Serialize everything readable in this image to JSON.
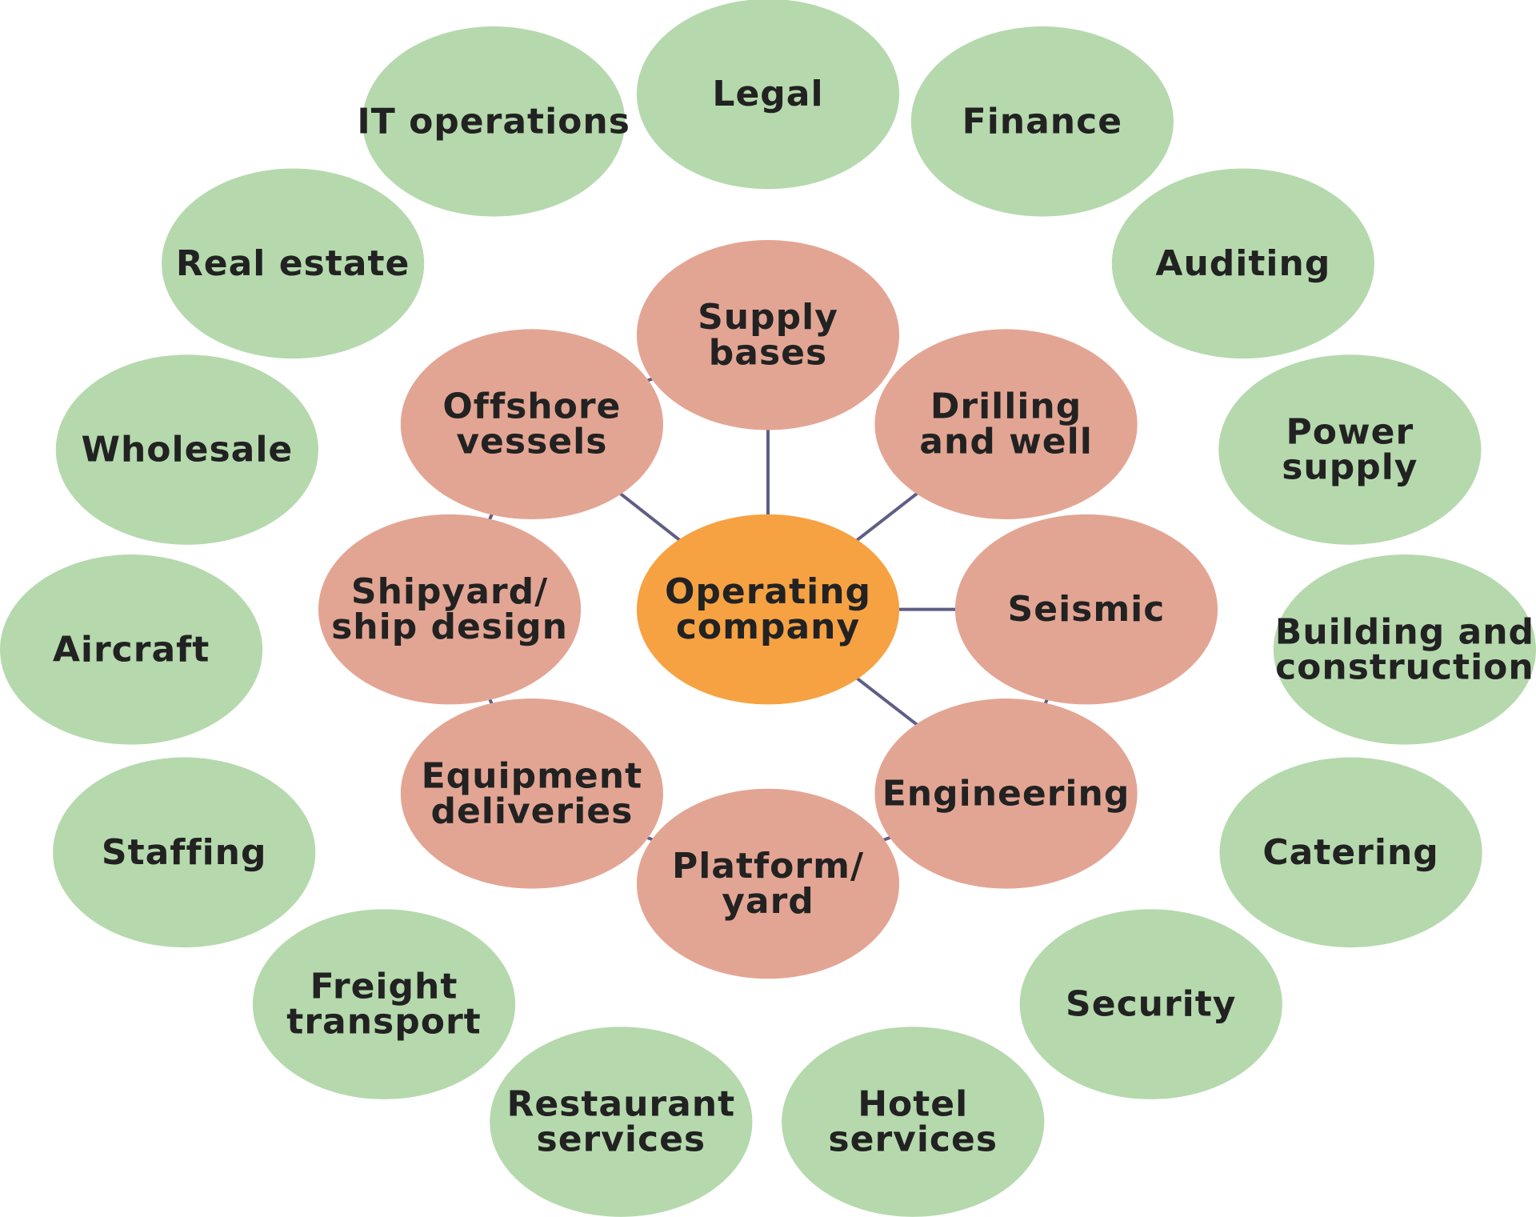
{
  "colors": {
    "outer": "#b5d9ad",
    "inner": "#e3a593",
    "center": "#f6a243",
    "arrow": "#5e5e86",
    "text": "#222222"
  },
  "center": {
    "id": "operating-company",
    "lines": [
      "Operating",
      "company"
    ]
  },
  "inner_nodes": [
    {
      "id": "supply-bases",
      "lines": [
        "Supply",
        "bases"
      ]
    },
    {
      "id": "drilling-and-well",
      "lines": [
        "Drilling",
        "and well"
      ]
    },
    {
      "id": "seismic",
      "lines": [
        "Seismic"
      ]
    },
    {
      "id": "engineering",
      "lines": [
        "Engineering"
      ]
    },
    {
      "id": "platform-yard",
      "lines": [
        "Platform/",
        "yard"
      ]
    },
    {
      "id": "equipment-deliveries",
      "lines": [
        "Equipment",
        "deliveries"
      ]
    },
    {
      "id": "shipyard-ship-design",
      "lines": [
        "Shipyard/",
        "ship design"
      ]
    },
    {
      "id": "offshore-vessels",
      "lines": [
        "Offshore",
        "vessels"
      ]
    }
  ],
  "outer_nodes": [
    {
      "id": "legal",
      "lines": [
        "Legal"
      ]
    },
    {
      "id": "finance",
      "lines": [
        "Finance"
      ]
    },
    {
      "id": "auditing",
      "lines": [
        "Auditing"
      ]
    },
    {
      "id": "power-supply",
      "lines": [
        "Power",
        "supply"
      ]
    },
    {
      "id": "building-and-construction",
      "lines": [
        "Building and",
        "construction"
      ]
    },
    {
      "id": "catering",
      "lines": [
        "Catering"
      ]
    },
    {
      "id": "security",
      "lines": [
        "Security"
      ]
    },
    {
      "id": "hotel-services",
      "lines": [
        "Hotel",
        "services"
      ]
    },
    {
      "id": "restaurant-services",
      "lines": [
        "Restaurant",
        "services"
      ]
    },
    {
      "id": "freight-transport",
      "lines": [
        "Freight",
        "transport"
      ]
    },
    {
      "id": "staffing",
      "lines": [
        "Staffing"
      ]
    },
    {
      "id": "aircraft",
      "lines": [
        "Aircraft"
      ]
    },
    {
      "id": "wholesale",
      "lines": [
        "Wholesale"
      ]
    },
    {
      "id": "real-estate",
      "lines": [
        "Real estate"
      ]
    },
    {
      "id": "it-operations",
      "lines": [
        "IT operations"
      ]
    }
  ],
  "connections": [
    {
      "from": "operating-company",
      "to": "supply-bases"
    },
    {
      "from": "operating-company",
      "to": "drilling-and-well"
    },
    {
      "from": "operating-company",
      "to": "seismic"
    },
    {
      "from": "operating-company",
      "to": "engineering"
    },
    {
      "from": "operating-company",
      "to": "offshore-vessels"
    },
    {
      "from": "supply-bases",
      "to": "offshore-vessels"
    },
    {
      "from": "offshore-vessels",
      "to": "shipyard-ship-design"
    },
    {
      "from": "shipyard-ship-design",
      "to": "equipment-deliveries"
    },
    {
      "from": "equipment-deliveries",
      "to": "platform-yard"
    },
    {
      "from": "platform-yard",
      "to": "engineering"
    },
    {
      "from": "engineering",
      "to": "seismic"
    }
  ]
}
